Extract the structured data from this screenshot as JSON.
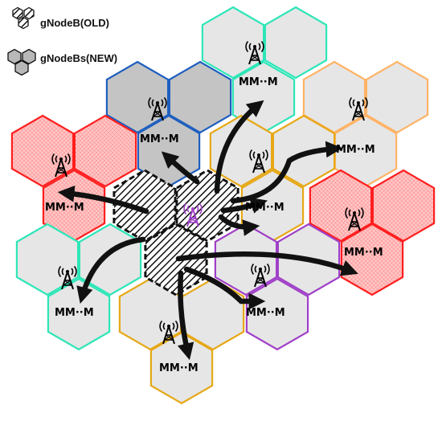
{
  "legend": {
    "old_label": "gNodeB(OLD)",
    "new_label": "gNodeBs(NEW)"
  },
  "colors": {
    "cluster_top": "#2ee6b8",
    "cluster_top_right": "#ffb366",
    "cluster_left": "#ff1f1f",
    "cluster_blue": "#1f5fbf",
    "cluster_yellow": "#e6a817",
    "cluster_purple": "#a040c8",
    "cluster_bottom_left": "#2ee6b8",
    "cluster_right": "#ff1f1f",
    "old_tower": "#a040c8",
    "new_tower": "#000000",
    "arrow": "#111111"
  },
  "ue_labels": [
    {
      "id": "ue-top",
      "text": "𝝡𝝡··𝝡"
    },
    {
      "id": "ue-blue",
      "text": "𝝡𝝡··𝝡"
    },
    {
      "id": "ue-left",
      "text": "𝝡𝝡··𝝡"
    },
    {
      "id": "ue-center-right",
      "text": "𝝡𝝡··𝝡"
    },
    {
      "id": "ue-right-top",
      "text": "𝝡𝝡··𝝡"
    },
    {
      "id": "ue-right",
      "text": "𝝡𝝡··𝝡"
    },
    {
      "id": "ue-purple",
      "text": "𝝡𝝡··𝝡"
    },
    {
      "id": "ue-bottom-left",
      "text": "𝝡𝝡··𝝡"
    },
    {
      "id": "ue-bottom",
      "text": "𝝡𝝡··𝝡"
    }
  ]
}
